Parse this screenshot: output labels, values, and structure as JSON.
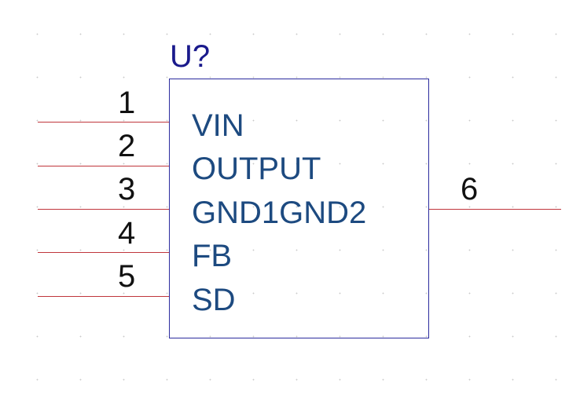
{
  "component": {
    "reference": "U?",
    "left_pins": [
      {
        "number": "1",
        "name": "VIN"
      },
      {
        "number": "2",
        "name": "OUTPUT"
      },
      {
        "number": "3",
        "name": "GND1GND2"
      },
      {
        "number": "4",
        "name": "FB"
      },
      {
        "number": "5",
        "name": "SD"
      }
    ],
    "right_pins": [
      {
        "number": "6",
        "name": ""
      }
    ]
  },
  "colors": {
    "body_outline": "#2b2b9e",
    "reference": "#1a1a8c",
    "pin_line": "#c0363c",
    "pin_name": "#1d4a80",
    "pin_number": "#111111",
    "grid_dot": "#c9c9c9"
  }
}
